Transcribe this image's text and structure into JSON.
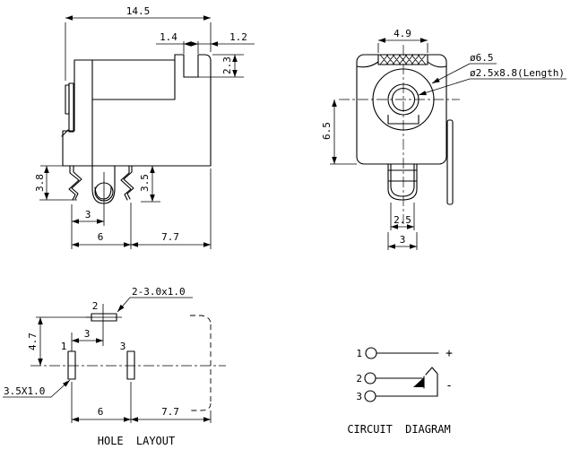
{
  "drawing": {
    "colors": {
      "line": "#000000",
      "background": "#ffffff"
    },
    "side_view": {
      "total_width": "14.5",
      "notch_width": "1.4",
      "edge_offset": "1.2",
      "notch_depth": "2.3",
      "front_leg_length": "3.8",
      "rear_leg_length": "3.5",
      "leg_pitch_a": "3",
      "leg_pitch_b": "6",
      "body_depth": "7.7"
    },
    "front_view": {
      "shield_width": "4.9",
      "barrel_dia": "ø6.5",
      "pin_spec": "ø2.5x8.8(Length)",
      "center_height": "6.5",
      "pin_tip_width": "2.5",
      "pin_base_width": "3"
    },
    "hole_layout": {
      "title": "HOLE LAYOUT",
      "slot2_spec": "2-3.0x1.0",
      "slot1_spec": "3.5X1.0",
      "row_offset": "4.7",
      "pitch_a": "3",
      "pitch_b": "6",
      "pitch_c": "7.7",
      "hole1": "1",
      "hole2": "2",
      "hole3": "3"
    },
    "circuit_diagram": {
      "title": "CIRCUIT DIAGRAM",
      "pin1": "1",
      "pin2": "2",
      "pin3": "3",
      "plus": "+",
      "minus": "-"
    }
  }
}
